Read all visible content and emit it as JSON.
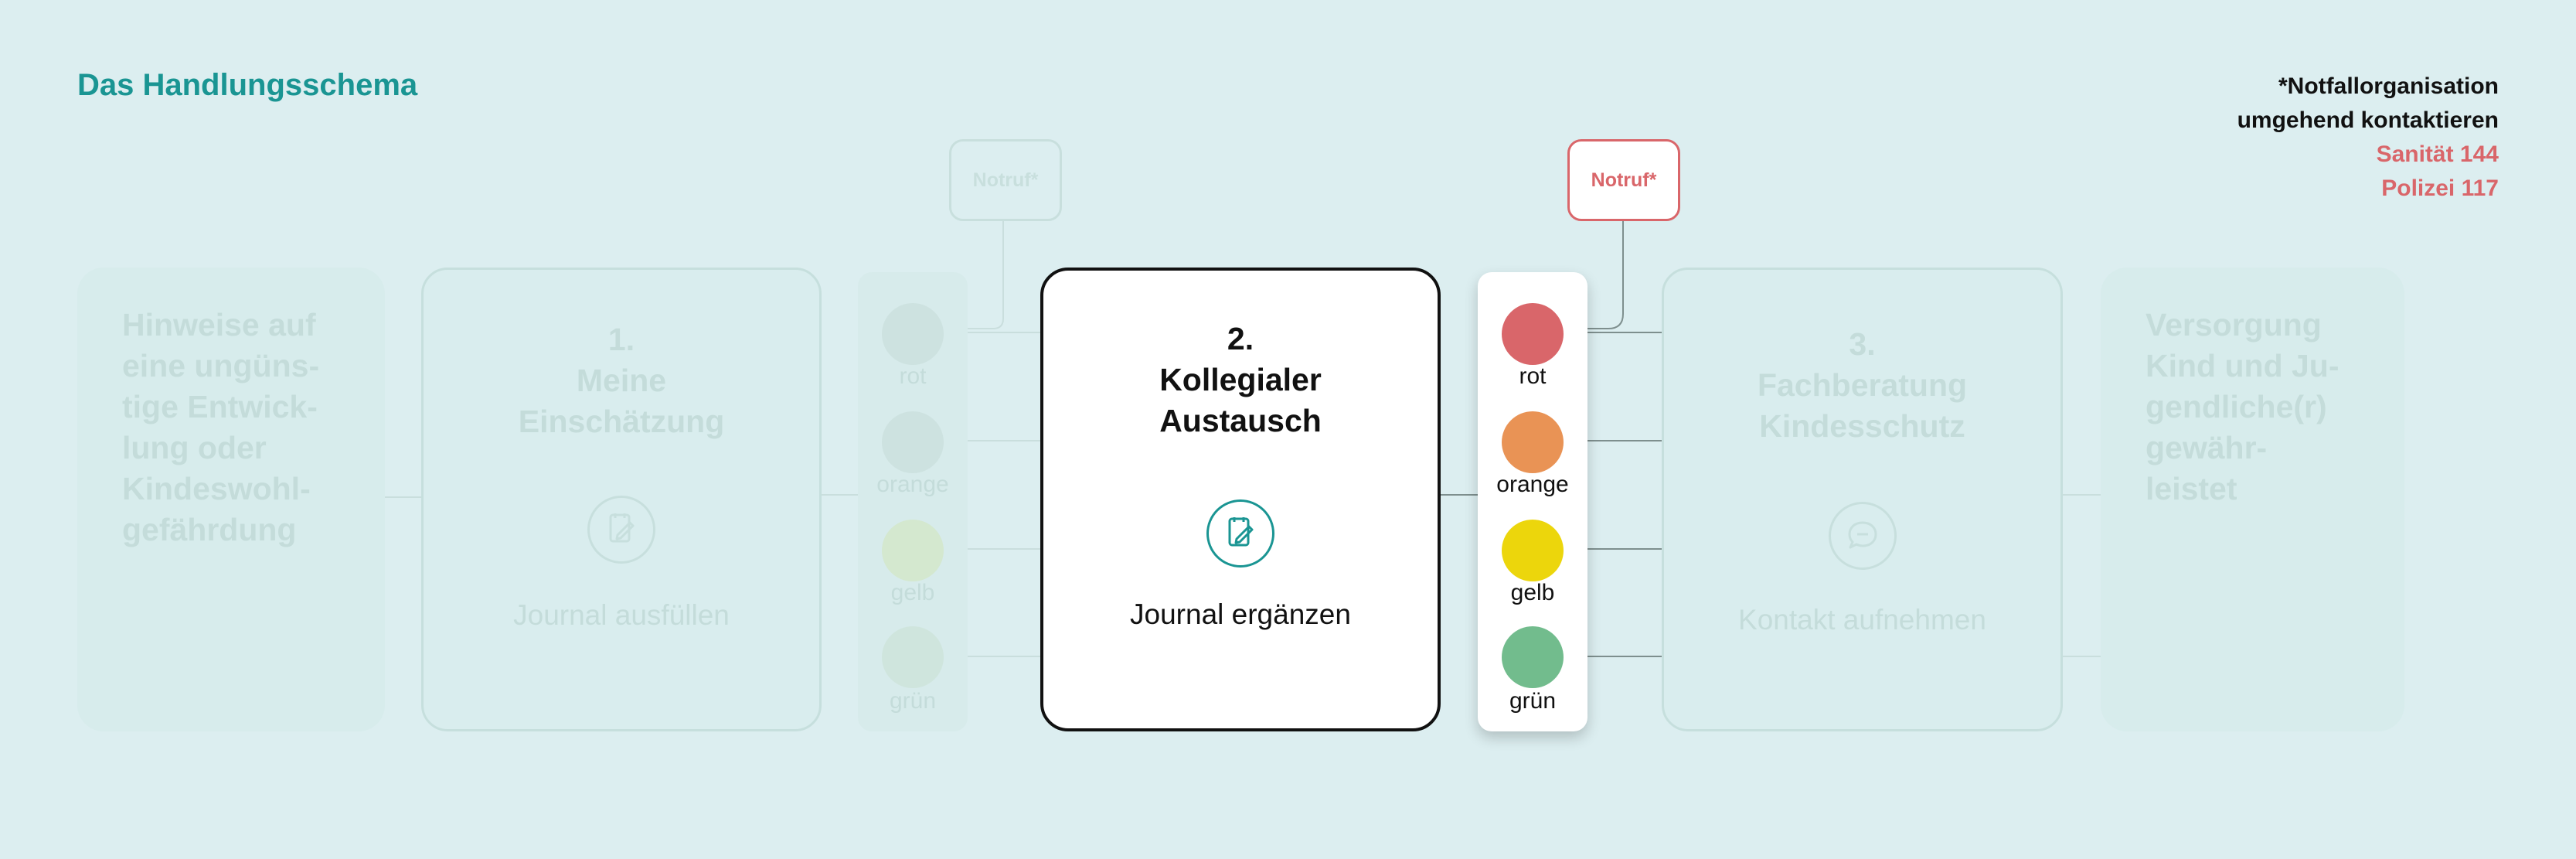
{
  "header": {
    "title": "Das Handlungsschema"
  },
  "notice": {
    "line1": "*Notfallorganisation",
    "line2": "umgehend kontaktieren",
    "line3": "Sanität 144",
    "line4": "Polizei 117"
  },
  "colors": {
    "teal": "#1a9593",
    "red_text": "#d9666a",
    "rot": "#d9666a",
    "orange": "#e99355",
    "gelb": "#ecd60c",
    "gruen": "#72bc8d"
  },
  "boxes": {
    "hinweise": {
      "lines": [
        "Hinweise auf",
        "eine ungüns-",
        "tige Entwick-",
        "lung oder",
        "Kindeswohl-",
        "gefährdung"
      ]
    },
    "step1": {
      "number": "1.",
      "line1": "Meine",
      "line2": "Einschätzung",
      "action": "Journal ausfüllen",
      "icon": "document-pen-icon"
    },
    "step2": {
      "number": "2.",
      "line1": "Kollegialer",
      "line2": "Austausch",
      "action": "Journal ergänzen",
      "icon": "document-pen-icon"
    },
    "step3": {
      "number": "3.",
      "line1": "Fachberatung",
      "line2": "Kindesschutz",
      "action": "Kontakt aufnehmen",
      "icon": "chat-bubble-icon"
    },
    "versorgung": {
      "lines": [
        "Versorgung",
        "Kind und Ju-",
        "gendliche(r)",
        "gewähr-",
        "leistet"
      ]
    }
  },
  "traffic_lights": {
    "faded": [
      "rot",
      "orange",
      "gelb",
      "grün"
    ],
    "active": [
      "rot",
      "orange",
      "gelb",
      "grün"
    ]
  },
  "notruf": {
    "faded": "Notruf*",
    "active": "Notruf*"
  }
}
